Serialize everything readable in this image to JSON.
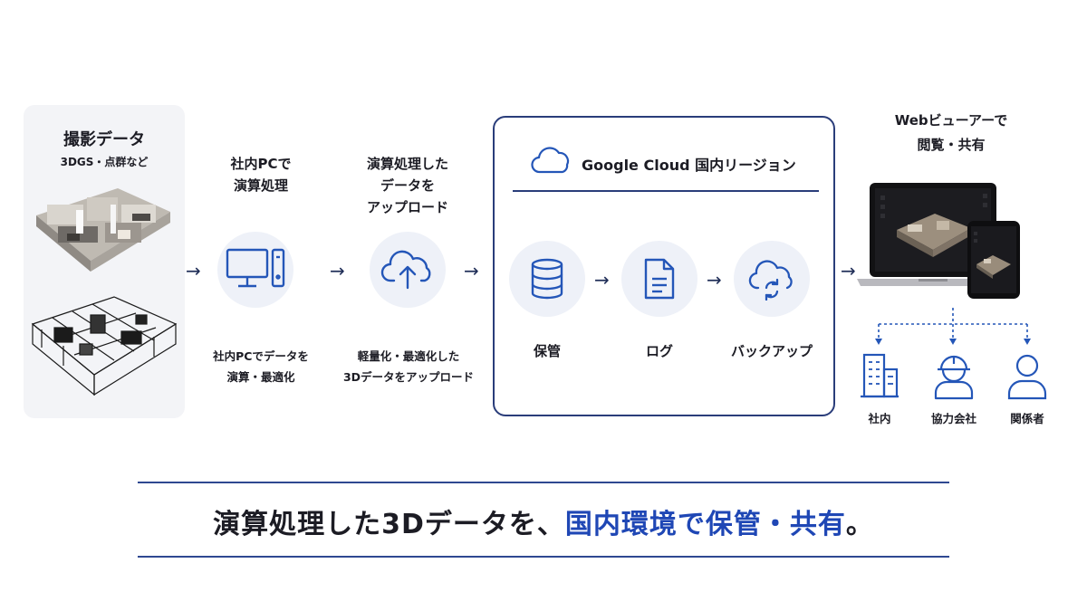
{
  "capture": {
    "title": "撮影データ",
    "subtitle": "3DGS・点群など"
  },
  "pc_step": {
    "title_lines": [
      "社内PCで",
      "演算処理"
    ],
    "desc_lines": [
      "社内PCでデータを",
      "演算・最適化"
    ],
    "icon": "desktop-pc-icon"
  },
  "upload_step": {
    "title_lines": [
      "演算処理した",
      "データを",
      "アップロード"
    ],
    "desc_lines": [
      "軽量化・最適化した",
      "3Dデータをアップロード"
    ],
    "icon": "cloud-upload-icon"
  },
  "gcp": {
    "title": "Google Cloud 国内リージョン",
    "icon": "cloud-outline-icon",
    "items": [
      {
        "label": "保管",
        "icon": "database-icon"
      },
      {
        "label": "ログ",
        "icon": "document-icon"
      },
      {
        "label": "バックアップ",
        "icon": "cloud-sync-icon"
      }
    ]
  },
  "viewer": {
    "title_lines": [
      "Webビューアーで",
      "閲覧・共有"
    ],
    "users": [
      {
        "label": "社内",
        "icon": "building-icon"
      },
      {
        "label": "協力会社",
        "icon": "worker-helmet-icon"
      },
      {
        "label": "関係者",
        "icon": "person-icon"
      }
    ]
  },
  "tagline": {
    "part1": "演算処理した3Dデータを、",
    "part2": "国内環境で保管・共有",
    "part3": "。"
  },
  "colors": {
    "accent": "#1f47b5",
    "navy": "#2a3d7a",
    "icon_blue": "#2456b8",
    "circle_bg": "#eef1f8",
    "panel_bg": "#f3f4f7"
  }
}
